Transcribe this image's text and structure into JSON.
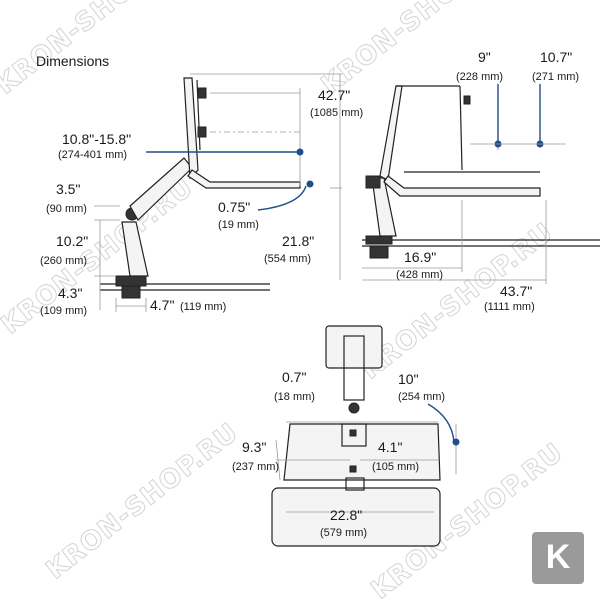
{
  "title": "Dimensions",
  "colors": {
    "accent": "#1f4e8c",
    "logo_bg": "#9a9a9a"
  },
  "watermark": "KRON-SHOP.RU",
  "logo_letter": "K",
  "side_view": {
    "height_total": {
      "in": "42.7\"",
      "mm": "(1085 mm)"
    },
    "arm_range": {
      "in": "10.8\"-15.8\"",
      "mm": "(274-401 mm)"
    },
    "arm_offset": {
      "in": "3.5\"",
      "mm": "(90 mm)"
    },
    "keyboard_thickness": {
      "in": "0.75\"",
      "mm": "(19 mm)"
    },
    "lower_height": {
      "in": "10.2\"",
      "mm": "(260 mm)"
    },
    "reach": {
      "in": "21.8\"",
      "mm": "(554 mm)"
    },
    "clamp_height": {
      "in": "4.3\"",
      "mm": "(109 mm)"
    },
    "clamp_width": {
      "in": "4.7\"",
      "mm": "(119 mm)"
    }
  },
  "front_view": {
    "depth_1": {
      "in": "9\"",
      "mm": "(228 mm)"
    },
    "depth_2": {
      "in": "10.7\"",
      "mm": "(271 mm)"
    },
    "width_1": {
      "in": "16.9\"",
      "mm": "(428 mm)"
    },
    "width_2": {
      "in": "43.7\"",
      "mm": "(1111 mm)"
    }
  },
  "top_view": {
    "tray_gap": {
      "in": "0.7\"",
      "mm": "(18 mm)"
    },
    "tray_depth": {
      "in": "10\"",
      "mm": "(254 mm)"
    },
    "tray_width": {
      "in": "9.3\"",
      "mm": "(237 mm)"
    },
    "tray_offset": {
      "in": "4.1\"",
      "mm": "(105 mm)"
    },
    "keyboard_width": {
      "in": "22.8\"",
      "mm": "(579 mm)"
    }
  }
}
